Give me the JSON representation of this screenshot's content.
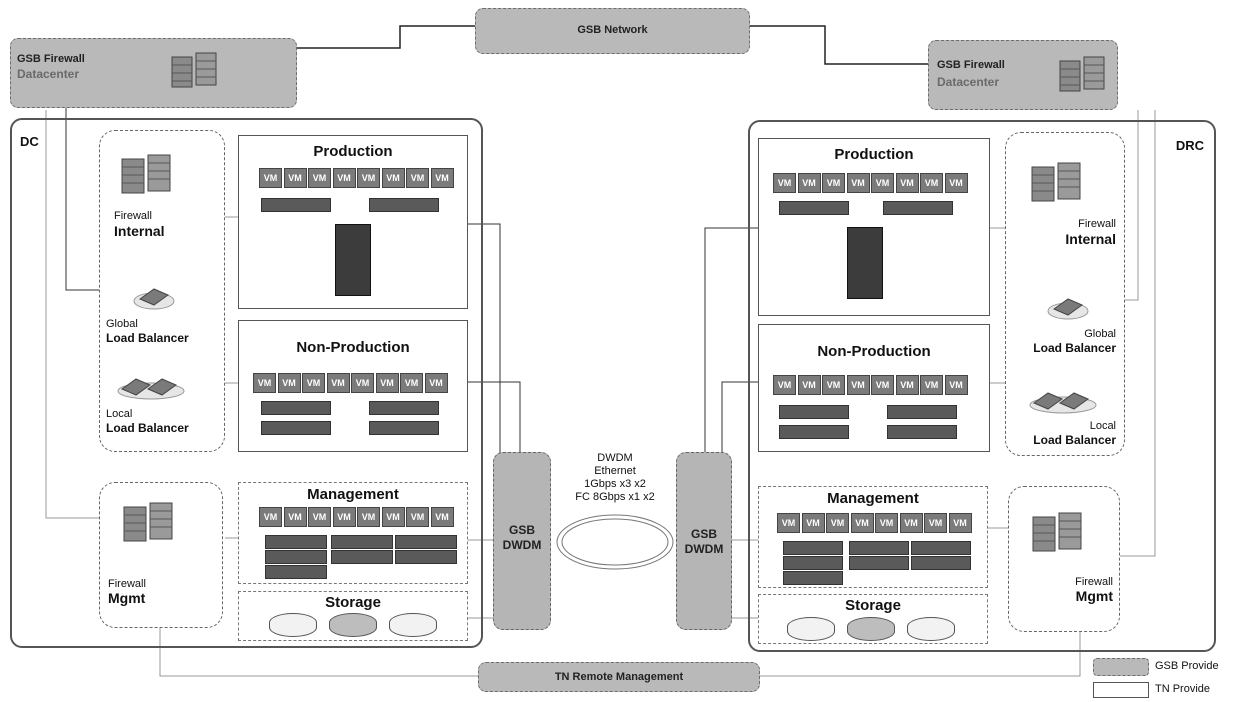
{
  "gsb_network": "GSB Network",
  "left_firewall": {
    "title": "GSB Firewall",
    "sub": "Datacenter"
  },
  "right_firewall": {
    "title": "GSB Firewall",
    "sub": "Datacenter"
  },
  "dc": {
    "tag": "DC",
    "fw_internal": {
      "small": "Firewall",
      "big": "Internal"
    },
    "global_lb": {
      "small": "Global",
      "big": "Load Balancer"
    },
    "local_lb": {
      "small": "Local",
      "big": "Load Balancer"
    },
    "fw_mgmt": {
      "small": "Firewall",
      "big": "Mgmt"
    },
    "production": "Production",
    "nonproduction": "Non-Production",
    "management": "Management",
    "storage": "Storage",
    "dwdm": "GSB DWDM"
  },
  "drc": {
    "tag": "DRC",
    "fw_internal": {
      "small": "Firewall",
      "big": "Internal"
    },
    "global_lb": {
      "small": "Global",
      "big": "Load Balancer"
    },
    "local_lb": {
      "small": "Local",
      "big": "Load Balancer"
    },
    "fw_mgmt": {
      "small": "Firewall",
      "big": "Mgmt"
    },
    "production": "Production",
    "nonproduction": "Non-Production",
    "management": "Management",
    "storage": "Storage",
    "dwdm": "GSB DWDM"
  },
  "link": {
    "line1": "DWDM",
    "line2": "Ethernet",
    "line3": "1Gbps x3 x2",
    "line4": "FC 8Gbps x1 x2"
  },
  "vm_label": "VM",
  "remote_mgmt": "TN Remote Management",
  "legend": {
    "gsb": "GSB Provide",
    "tn": "TN Provide"
  }
}
